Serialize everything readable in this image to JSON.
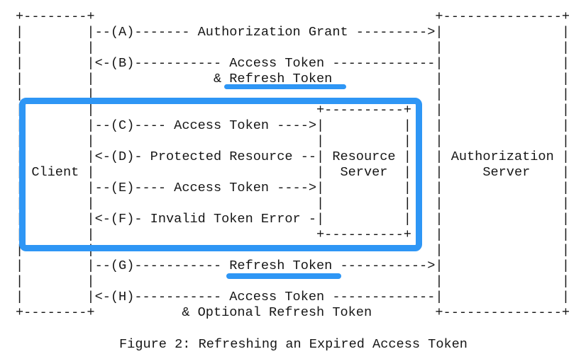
{
  "figure": {
    "caption": "Figure 2: Refreshing an Expired Access Token",
    "diagram_lines": [
      "+--------+                                           +---------------+",
      "|        |--(A)------- Authorization Grant --------->|               |",
      "|        |                                           |               |",
      "|        |<-(B)----------- Access Token -------------|               |",
      "|        |               & Refresh Token             |               |",
      "|        |                                           |               |",
      "|        |                            +----------+   |               |",
      "|        |--(C)---- Access Token ---->|          |   |               |",
      "|        |                            |          |   |               |",
      "|        |<-(D)- Protected Resource --| Resource |   | Authorization |",
      "| Client |                            |  Server  |   |     Server    |",
      "|        |--(E)---- Access Token ---->|          |   |               |",
      "|        |                            |          |   |               |",
      "|        |<-(F)- Invalid Token Error -|          |   |               |",
      "|        |                            +----------+   |               |",
      "|        |                                           |               |",
      "|        |--(G)----------- Refresh Token ----------->|               |",
      "|        |                                           |               |",
      "|        |<-(H)----------- Access Token -------------|               |",
      "+--------+           & Optional Refresh Token        +---------------+"
    ],
    "entities": {
      "client": "Client",
      "resource_server": "Resource Server",
      "authorization_server": "Authorization Server"
    },
    "steps": [
      {
        "id": "(A)",
        "label": "Authorization Grant"
      },
      {
        "id": "(B)",
        "label": "Access Token & Refresh Token"
      },
      {
        "id": "(C)",
        "label": "Access Token"
      },
      {
        "id": "(D)",
        "label": "Protected Resource"
      },
      {
        "id": "(E)",
        "label": "Access Token"
      },
      {
        "id": "(F)",
        "label": "Invalid Token Error"
      },
      {
        "id": "(G)",
        "label": "Refresh Token"
      },
      {
        "id": "(H)",
        "label": "Access Token & Optional Refresh Token"
      }
    ]
  },
  "annotations": {
    "box_around": "Client and Resource Server exchange (C)-(F)",
    "underlined_text": [
      "Refresh Token",
      "Refresh Token"
    ]
  },
  "colors": {
    "background": "#FFFFFF",
    "text": "#161616",
    "highlight": "#2E96F5"
  }
}
